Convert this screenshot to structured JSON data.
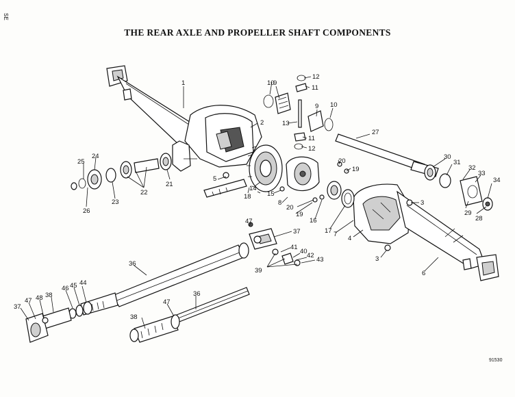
{
  "title": "THE REAR AXLE AND PROPELLER SHAFT COMPONENTS",
  "side_mark": "SE",
  "reference_code": "91530",
  "callouts": [
    {
      "id": "c1",
      "text": "1"
    },
    {
      "id": "c2",
      "text": "2"
    },
    {
      "id": "c3a",
      "text": "3"
    },
    {
      "id": "c3b",
      "text": "3"
    },
    {
      "id": "c4",
      "text": "4"
    },
    {
      "id": "c5",
      "text": "5"
    },
    {
      "id": "c6",
      "text": "6"
    },
    {
      "id": "c7",
      "text": "7"
    },
    {
      "id": "c8",
      "text": "8"
    },
    {
      "id": "c9a",
      "text": "9"
    },
    {
      "id": "c9b",
      "text": "9"
    },
    {
      "id": "c10a",
      "text": "10"
    },
    {
      "id": "c10b",
      "text": "10"
    },
    {
      "id": "c11a",
      "text": "11"
    },
    {
      "id": "c11b",
      "text": "11"
    },
    {
      "id": "c12a",
      "text": "12"
    },
    {
      "id": "c12b",
      "text": "12"
    },
    {
      "id": "c13",
      "text": "13"
    },
    {
      "id": "c14",
      "text": "14"
    },
    {
      "id": "c15",
      "text": "15"
    },
    {
      "id": "c16",
      "text": "16"
    },
    {
      "id": "c17",
      "text": "17"
    },
    {
      "id": "c18",
      "text": "18"
    },
    {
      "id": "c19a",
      "text": "19"
    },
    {
      "id": "c19b",
      "text": "19"
    },
    {
      "id": "c20a",
      "text": "20"
    },
    {
      "id": "c20b",
      "text": "20"
    },
    {
      "id": "c21",
      "text": "21"
    },
    {
      "id": "c22",
      "text": "22"
    },
    {
      "id": "c23",
      "text": "23"
    },
    {
      "id": "c24",
      "text": "24"
    },
    {
      "id": "c25",
      "text": "25"
    },
    {
      "id": "c26",
      "text": "26"
    },
    {
      "id": "c27",
      "text": "27"
    },
    {
      "id": "c28",
      "text": "28"
    },
    {
      "id": "c29",
      "text": "29"
    },
    {
      "id": "c30",
      "text": "30"
    },
    {
      "id": "c31",
      "text": "31"
    },
    {
      "id": "c32",
      "text": "32"
    },
    {
      "id": "c33",
      "text": "33"
    },
    {
      "id": "c34",
      "text": "34"
    },
    {
      "id": "c36a",
      "text": "36"
    },
    {
      "id": "c36b",
      "text": "36"
    },
    {
      "id": "c37a",
      "text": "37"
    },
    {
      "id": "c37b",
      "text": "37"
    },
    {
      "id": "c38a",
      "text": "38"
    },
    {
      "id": "c38b",
      "text": "38"
    },
    {
      "id": "c39",
      "text": "39"
    },
    {
      "id": "c40",
      "text": "40"
    },
    {
      "id": "c41",
      "text": "41"
    },
    {
      "id": "c42",
      "text": "42"
    },
    {
      "id": "c43",
      "text": "43"
    },
    {
      "id": "c44",
      "text": "44"
    },
    {
      "id": "c45",
      "text": "45"
    },
    {
      "id": "c46",
      "text": "46"
    },
    {
      "id": "c47a",
      "text": "47"
    },
    {
      "id": "c47b",
      "text": "47"
    },
    {
      "id": "c47c",
      "text": "47"
    },
    {
      "id": "c48",
      "text": "48"
    }
  ]
}
